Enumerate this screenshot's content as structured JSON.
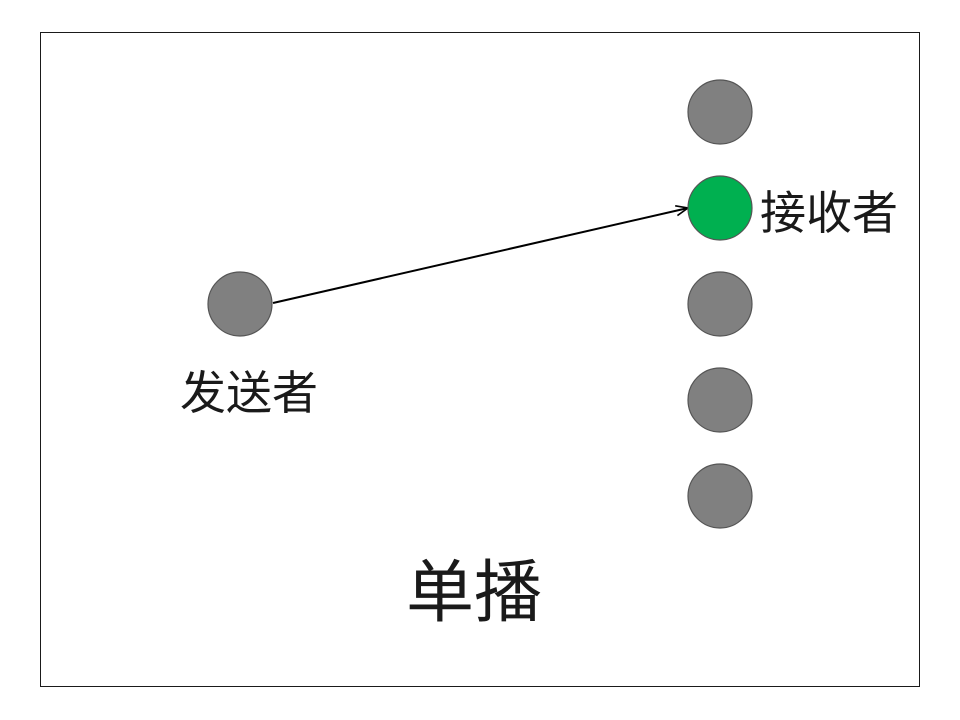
{
  "diagram": {
    "title": "单播",
    "sender": {
      "label": "发送者",
      "color": "#808080"
    },
    "receivers": [
      {
        "label": "",
        "color": "#808080",
        "active": false
      },
      {
        "label": "接收者",
        "color": "#00b050",
        "active": true
      },
      {
        "label": "",
        "color": "#808080",
        "active": false
      },
      {
        "label": "",
        "color": "#808080",
        "active": false
      },
      {
        "label": "",
        "color": "#808080",
        "active": false
      }
    ],
    "node_stroke_color": "#555555",
    "arrow_color": "#000000"
  }
}
